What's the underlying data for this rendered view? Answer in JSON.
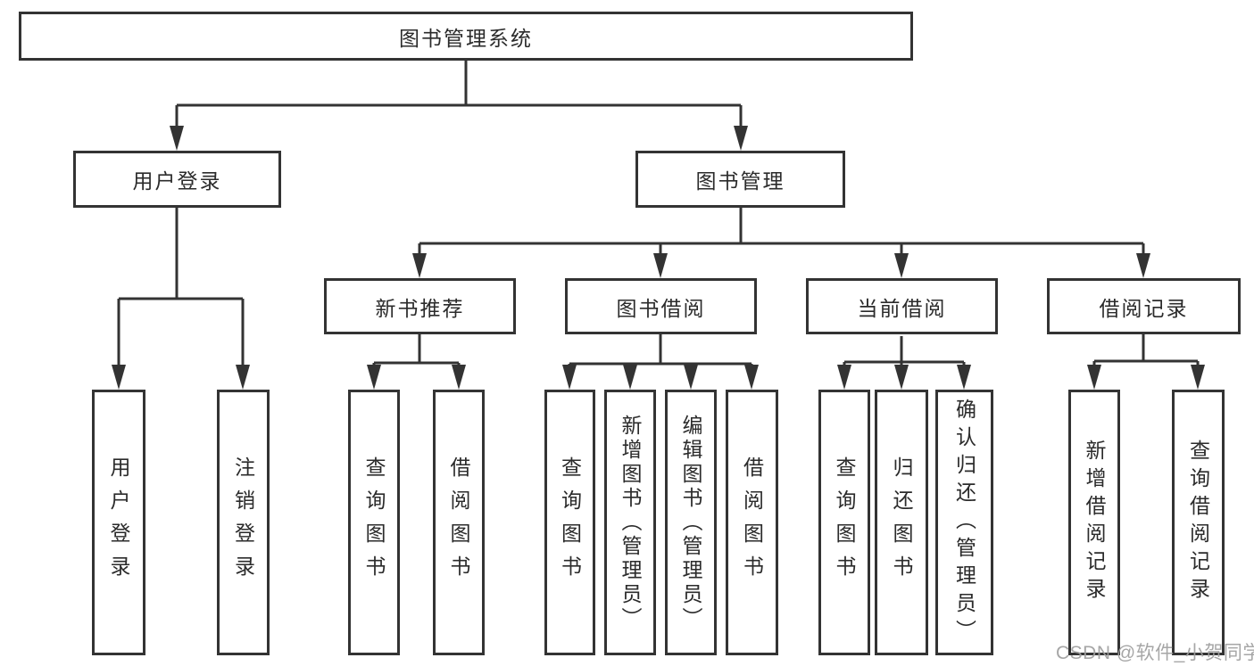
{
  "diagram": {
    "root": {
      "label": "图书管理系统"
    },
    "user_login": {
      "label": "用户登录",
      "children": [
        {
          "label": "用户登录"
        },
        {
          "label": "注销登录"
        }
      ]
    },
    "book_mgmt": {
      "label": "图书管理",
      "groups": [
        {
          "label": "新书推荐",
          "children": [
            {
              "label": "查询图书"
            },
            {
              "label": "借阅图书"
            }
          ]
        },
        {
          "label": "图书借阅",
          "children": [
            {
              "label": "查询图书"
            },
            {
              "label": "新增图书（管理员）"
            },
            {
              "label": "编辑图书（管理员）"
            },
            {
              "label": "借阅图书"
            }
          ]
        },
        {
          "label": "当前借阅",
          "children": [
            {
              "label": "查询图书"
            },
            {
              "label": "归还图书"
            },
            {
              "label": "确认归还（管理员）"
            }
          ]
        },
        {
          "label": "借阅记录",
          "children": [
            {
              "label": "新增借阅记录"
            },
            {
              "label": "查询借阅记录"
            }
          ]
        }
      ]
    },
    "watermark": "CSDN @软件_小贺同学"
  },
  "colors": {
    "line": "#333333",
    "text": "#2b2b2b",
    "box_background": "#ffffff",
    "watermark": "#9e9e9e"
  }
}
